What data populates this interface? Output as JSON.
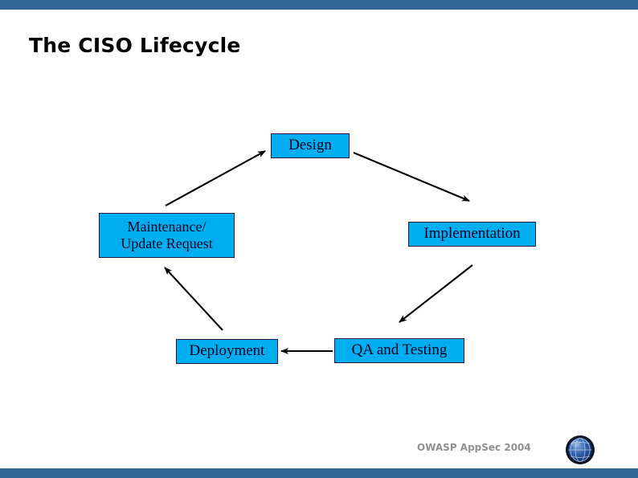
{
  "slide": {
    "title": "The CISO Lifecycle",
    "background_color": "#ffffff",
    "band_color": "#346699"
  },
  "diagram": {
    "type": "cycle-flow",
    "node_fill": "#00AEEF",
    "node_border": "#1A1A44",
    "nodes": [
      {
        "id": "design",
        "label": "Design"
      },
      {
        "id": "implementation",
        "label": "Implementation"
      },
      {
        "id": "qa",
        "label": "QA and Testing"
      },
      {
        "id": "deployment",
        "label": "Deployment"
      },
      {
        "id": "maintenance",
        "label_line1": "Maintenance/",
        "label_line2": "Update Request"
      }
    ],
    "edges": [
      {
        "from": "design",
        "to": "implementation"
      },
      {
        "from": "implementation",
        "to": "qa"
      },
      {
        "from": "qa",
        "to": "deployment"
      },
      {
        "from": "deployment",
        "to": "maintenance"
      },
      {
        "from": "maintenance",
        "to": "design"
      }
    ]
  },
  "footer": {
    "text": "OWASP AppSec 2004",
    "text_color": "#909090",
    "logo_icon": "owasp-globe-icon"
  }
}
